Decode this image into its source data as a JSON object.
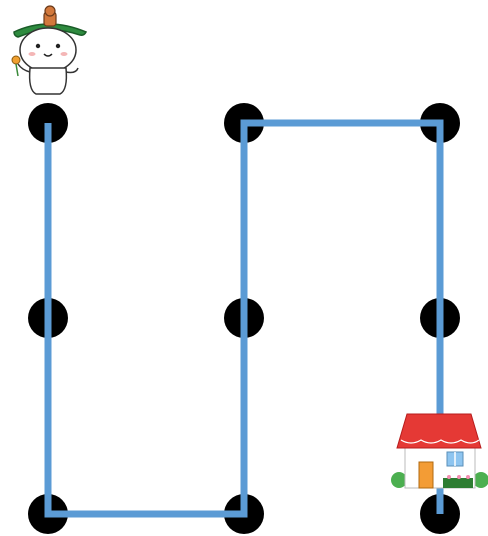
{
  "puzzle": {
    "grid": {
      "cols": 3,
      "rows": 3
    },
    "dot_color": "#000000",
    "path_color": "#5b9bd5",
    "path": [
      [
        0,
        0
      ],
      [
        0,
        2
      ],
      [
        1,
        2
      ],
      [
        1,
        0
      ],
      [
        2,
        0
      ],
      [
        2,
        2
      ]
    ],
    "start": {
      "col": 0,
      "row": 0,
      "icon": "mascot-character-icon"
    },
    "goal": {
      "col": 2,
      "row": 2,
      "icon": "house-icon"
    }
  }
}
